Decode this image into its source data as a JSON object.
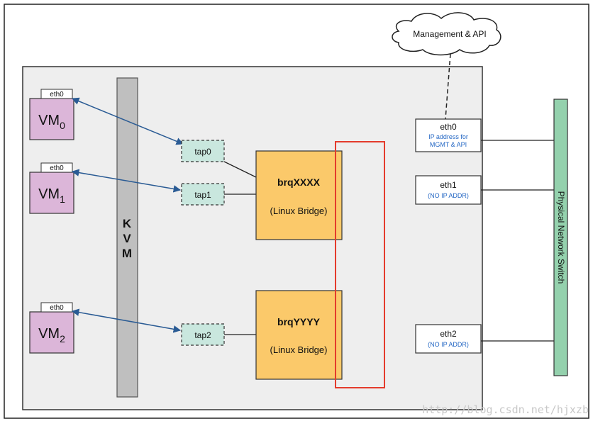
{
  "management": {
    "label": "Management & API"
  },
  "kvm": {
    "letters": [
      "K",
      "V",
      "M"
    ]
  },
  "vms": [
    {
      "eth": "eth0",
      "name": "VM",
      "sub": "0"
    },
    {
      "eth": "eth0",
      "name": "VM",
      "sub": "1"
    },
    {
      "eth": "eth0",
      "name": "VM",
      "sub": "2"
    }
  ],
  "taps": [
    "tap0",
    "tap1",
    "tap2"
  ],
  "bridges": [
    {
      "name": "brqXXXX",
      "type": "(Linux Bridge)"
    },
    {
      "name": "brqYYYY",
      "type": "(Linux Bridge)"
    }
  ],
  "nics": [
    {
      "name": "eth0",
      "desc1": "IP address for",
      "desc2": "MGMT & API"
    },
    {
      "name": "eth1",
      "desc1": "(NO IP ADDR)"
    },
    {
      "name": "eth2",
      "desc1": "(NO IP ADDR)"
    }
  ],
  "switch": {
    "label": "Physical Network Switch"
  },
  "watermark": "http://blog.csdn.net/hjxzb",
  "colors": {
    "host_bg": "#eeeeee",
    "vm_fill": "#dcb6d9",
    "tap_fill": "#c9e7de",
    "bridge_fill": "#fbc96a",
    "kvm_fill": "#bfbfbf",
    "switch_fill": "#94d1ad",
    "arrow": "#2a5b94",
    "highlight": "#e43b2c",
    "nic_text": "#2467c4"
  }
}
